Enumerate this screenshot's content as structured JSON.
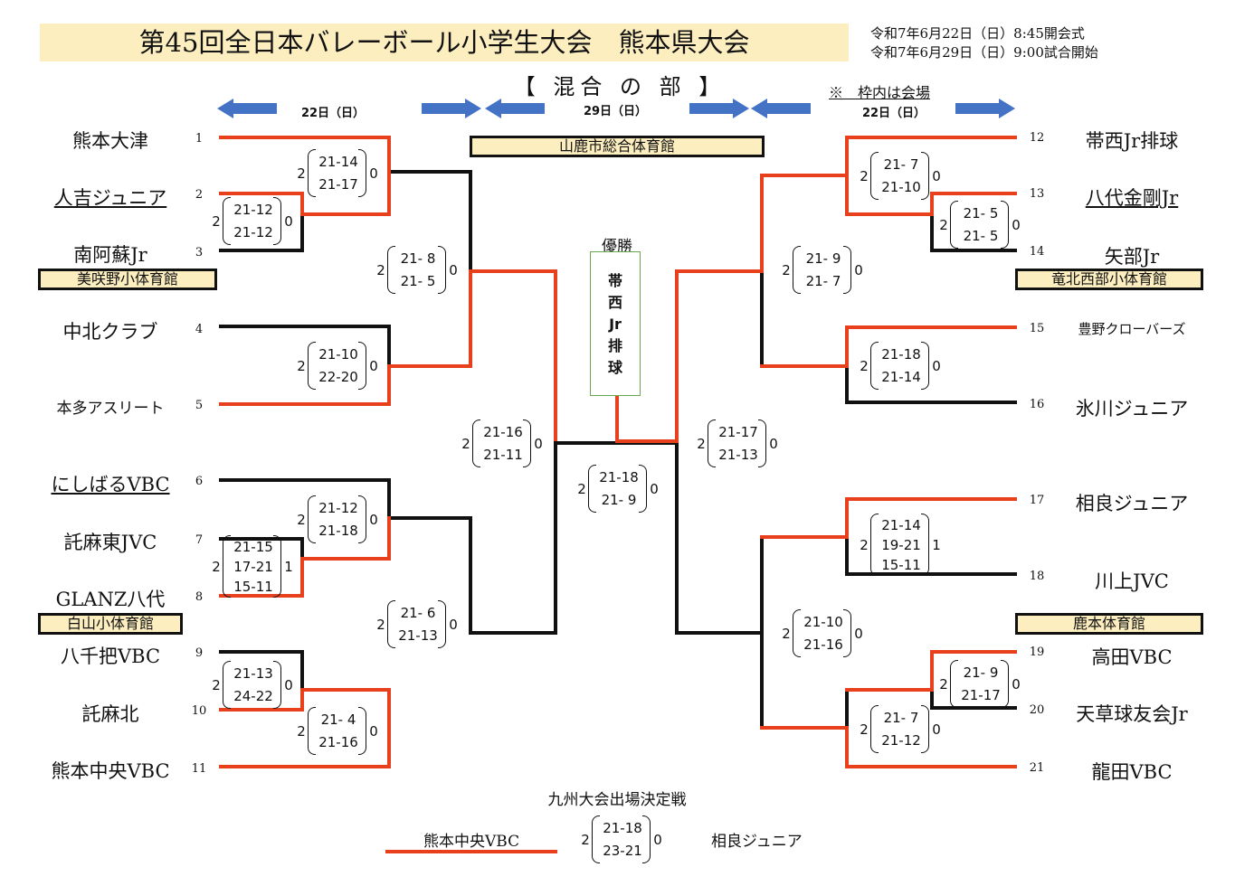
{
  "header": {
    "title": "第45回全日本バレーボール小学生大会　熊本県大会",
    "date1": "令和7年6月22日（日）8:45開会式",
    "date2": "令和7年6月29日（日）9:00試合開始",
    "section": "【 混合 の 部 】",
    "note": "※　枠内は会場",
    "day_left": "22日（日）",
    "day_center": "29日（日）",
    "day_right": "22日（日）"
  },
  "venues": {
    "center": "山鹿市総合体育館",
    "left_top": "美咲野小体育館",
    "left_bottom": "白山小体育館",
    "right_top": "竜北西部小体育館",
    "right_bottom": "鹿本体育館"
  },
  "teams": {
    "t1": {
      "seed": "1",
      "name": "熊本大津"
    },
    "t2": {
      "seed": "2",
      "name": "人吉ジュニア"
    },
    "t3": {
      "seed": "3",
      "name": "南阿蘇Jr"
    },
    "t4": {
      "seed": "4",
      "name": "中北クラブ"
    },
    "t5": {
      "seed": "5",
      "name": "本多アスリート"
    },
    "t6": {
      "seed": "6",
      "name": "にしばるVBC"
    },
    "t7": {
      "seed": "7",
      "name": "託麻東JVC"
    },
    "t8": {
      "seed": "8",
      "name": "GLANZ八代"
    },
    "t9": {
      "seed": "9",
      "name": "八千把VBC"
    },
    "t10": {
      "seed": "10",
      "name": "託麻北"
    },
    "t11": {
      "seed": "11",
      "name": "熊本中央VBC"
    },
    "t12": {
      "seed": "12",
      "name": "帯西Jr排球"
    },
    "t13": {
      "seed": "13",
      "name": "八代金剛Jr"
    },
    "t14": {
      "seed": "14",
      "name": "矢部Jr"
    },
    "t15": {
      "seed": "15",
      "name": "豊野クローバーズ"
    },
    "t16": {
      "seed": "16",
      "name": "氷川ジュニア"
    },
    "t17": {
      "seed": "17",
      "name": "相良ジュニア"
    },
    "t18": {
      "seed": "18",
      "name": "川上JVC"
    },
    "t19": {
      "seed": "19",
      "name": "高田VBC"
    },
    "t20": {
      "seed": "20",
      "name": "天草球友会Jr"
    },
    "t21": {
      "seed": "21",
      "name": "龍田VBC"
    }
  },
  "scores": {
    "m2_3": {
      "l": "2",
      "r": "0",
      "sets": [
        "21-12",
        "21-12"
      ]
    },
    "m1_2": {
      "l": "2",
      "r": "0",
      "sets": [
        "21-14",
        "21-17"
      ]
    },
    "m4_5": {
      "l": "2",
      "r": "0",
      "sets": [
        "21-10",
        "22-20"
      ]
    },
    "mL1": {
      "l": "2",
      "r": "0",
      "sets": [
        "21- 8",
        "21- 5"
      ]
    },
    "m7_8": {
      "l": "2",
      "r": "1",
      "sets": [
        "21-15",
        "17-21",
        "15-11"
      ]
    },
    "m6_7": {
      "l": "2",
      "r": "0",
      "sets": [
        "21-12",
        "21-18"
      ]
    },
    "m9_10": {
      "l": "2",
      "r": "0",
      "sets": [
        "21-13",
        "24-22"
      ]
    },
    "m10_11": {
      "l": "2",
      "r": "0",
      "sets": [
        "21- 4",
        "21-16"
      ]
    },
    "mL2": {
      "l": "2",
      "r": "0",
      "sets": [
        "21- 6",
        "21-13"
      ]
    },
    "mLsemi": {
      "l": "2",
      "r": "0",
      "sets": [
        "21-16",
        "21-11"
      ]
    },
    "final": {
      "l": "2",
      "r": "0",
      "sets": [
        "21-18",
        "21- 9"
      ]
    },
    "mRsemi": {
      "l": "2",
      "r": "0",
      "sets": [
        "21-17",
        "21-13"
      ]
    },
    "m13_14": {
      "l": "2",
      "r": "0",
      "sets": [
        "21- 5",
        "21- 5"
      ]
    },
    "m12_13": {
      "l": "2",
      "r": "0",
      "sets": [
        "21- 7",
        "21-10"
      ]
    },
    "mR1": {
      "l": "2",
      "r": "0",
      "sets": [
        "21- 9",
        "21- 7"
      ]
    },
    "m15_16": {
      "l": "2",
      "r": "0",
      "sets": [
        "21-18",
        "21-14"
      ]
    },
    "m17_18": {
      "l": "2",
      "r": "1",
      "sets": [
        "21-14",
        "19-21",
        "15-11"
      ]
    },
    "mR2": {
      "l": "2",
      "r": "0",
      "sets": [
        "21-10",
        "21-16"
      ]
    },
    "m19_20": {
      "l": "2",
      "r": "0",
      "sets": [
        "21- 9",
        "21-17"
      ]
    },
    "m19_21": {
      "l": "2",
      "r": "0",
      "sets": [
        "21- 7",
        "21-12"
      ]
    },
    "kyushu": {
      "l": "2",
      "r": "0",
      "sets": [
        "21-18",
        "23-21"
      ]
    }
  },
  "champion": {
    "label": "優勝",
    "chars": [
      "帯",
      "西",
      "Jr",
      "排",
      "球"
    ]
  },
  "kyushu": {
    "title": "九州大会出場決定戦",
    "left_team": "熊本中央VBC",
    "right_team": "相良ジュニア"
  },
  "colors": {
    "winner_line": "#e8401c",
    "loser_line": "#111111",
    "arrow": "#4472c4",
    "banner": "#fdeec0",
    "champion_border": "#6aa84f"
  }
}
